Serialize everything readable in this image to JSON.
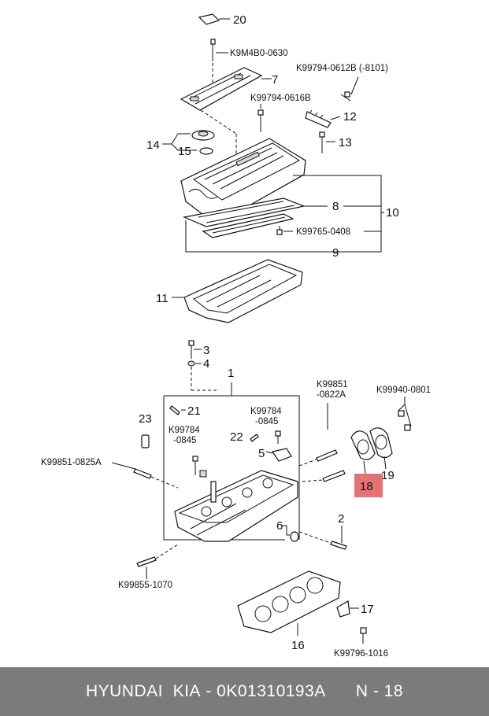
{
  "footer": {
    "brand": "HYUNDAI  KIA",
    "separator": " - ",
    "part_number": "0K01310193A",
    "page_ref": "N - 18"
  },
  "highlight_color": "#e57373",
  "callouts": {
    "n20": "20",
    "c_k9m4b0_0630": "K9M4B0-0630",
    "n7": "7",
    "c_k99794_0612b": "K99794-0612B (-8101)",
    "c_k99794_0616b": "K99794-0616B",
    "n12": "12",
    "n14": "14",
    "n15": "15",
    "n13": "13",
    "n8": "8",
    "n10": "10",
    "c_k99765_0408": "K99765-0408",
    "n9": "9",
    "n11": "11",
    "n3": "3",
    "n4": "4",
    "n1": "1",
    "c_k99851_0822a_1": "K99851",
    "c_k99851_0822a_2": "-0822A",
    "c_k99940_0801": "K99940-0801",
    "n21": "21",
    "c_k99784_0845_a1": "K99784",
    "c_k99784_0845_a2": "-0845",
    "c_k99784_0845_b1": "K99784",
    "c_k99784_0845_b2": "-0845",
    "n23": "23",
    "n22": "22",
    "n5": "5",
    "c_k99851_0825a": "K99851-0825A",
    "n18": "18",
    "n19": "19",
    "n6": "6",
    "n2": "2",
    "c_k99855_1070": "K99855-1070",
    "n17": "17",
    "n16": "16",
    "c_k99796_1016": "K99796-1016"
  }
}
